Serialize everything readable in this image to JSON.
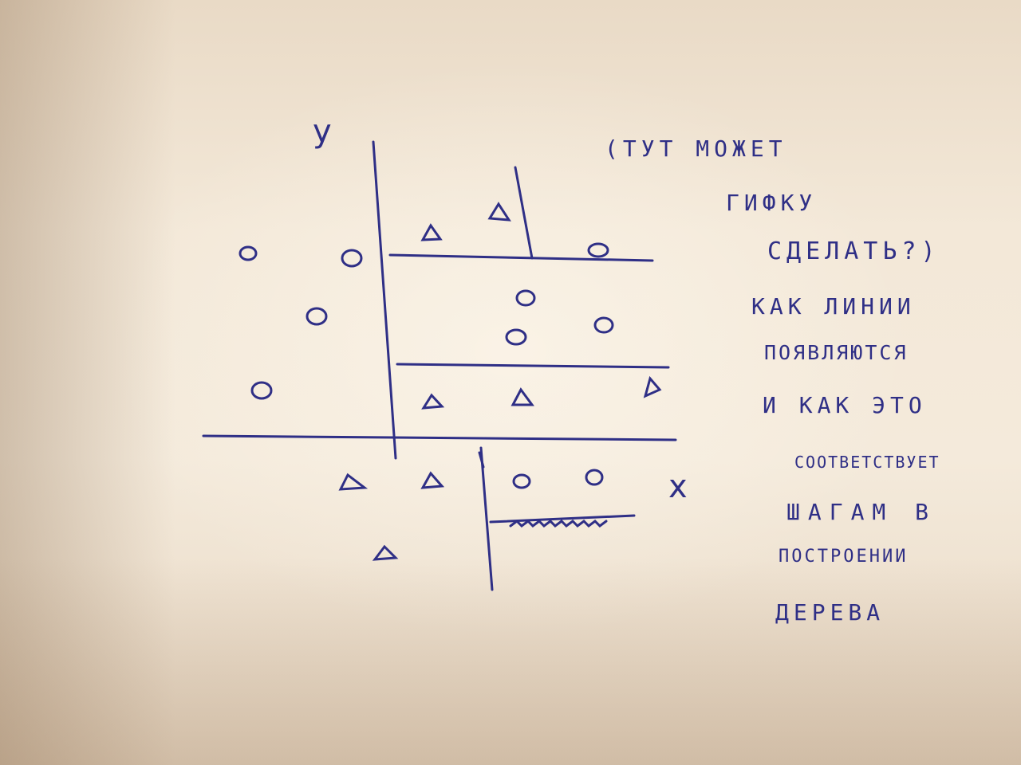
{
  "axes": {
    "y_label": "y",
    "x_label": "x"
  },
  "note": {
    "lines": [
      "(ТУТ МОЖЕТ",
      "ГИФКУ",
      "СДЕЛАТЬ?)",
      "КАК ЛИНИИ",
      "ПОЯВЛЯЮТСЯ",
      "И КАК ЭТО",
      "СООТВЕТСТВУЕТ",
      "ШАГАМ В",
      "ПОСТРОЕНИИ",
      "ДЕРЕВА"
    ]
  },
  "symbols": {
    "circle": "circle",
    "triangle": "triangle"
  },
  "colors": {
    "ink": "#2f2f86",
    "paper": "#f2e7d6"
  }
}
